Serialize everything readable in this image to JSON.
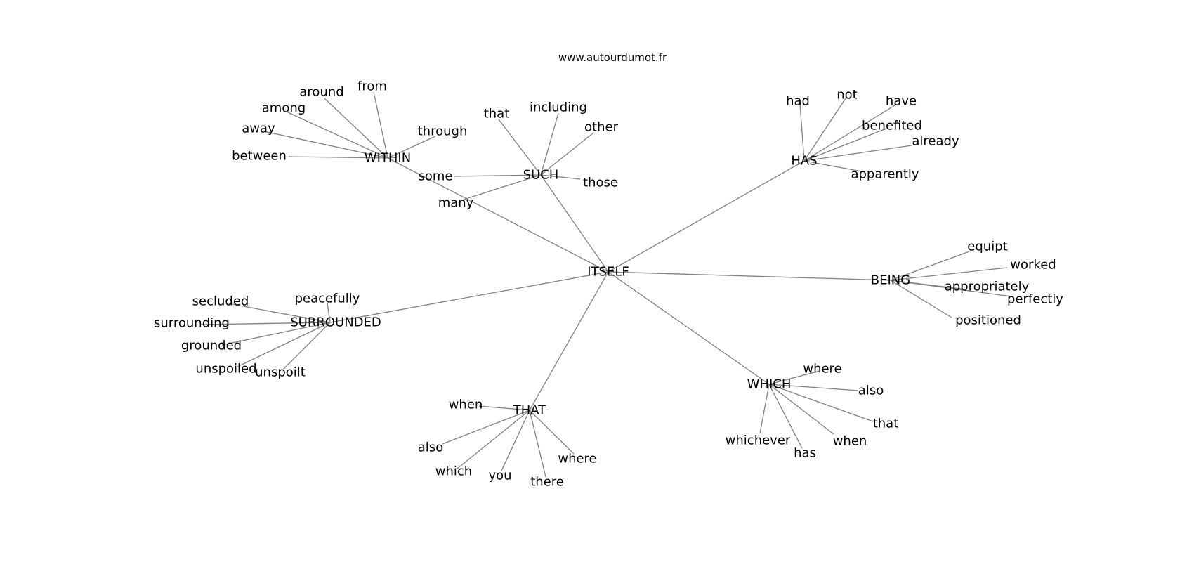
{
  "site_label": "www.autourdumot.fr",
  "colors": {
    "edge": "#808080",
    "text": "#000000",
    "background": "#ffffff"
  },
  "graph": {
    "root": "ITSELF",
    "hubs": [
      {
        "word": "WITHIN",
        "leaves": [
          "around",
          "from",
          "among",
          "away",
          "between",
          "through"
        ]
      },
      {
        "word": "SUCH",
        "leaves": [
          "that",
          "including",
          "other",
          "some",
          "many",
          "those"
        ]
      },
      {
        "word": "HAS",
        "leaves": [
          "had",
          "not",
          "have",
          "benefited",
          "already",
          "apparently"
        ]
      },
      {
        "word": "BEING",
        "leaves": [
          "equipt",
          "worked",
          "appropriately",
          "perfectly",
          "positioned"
        ]
      },
      {
        "word": "SURROUNDED",
        "leaves": [
          "peacefully",
          "secluded",
          "surrounding",
          "grounded",
          "unspoiled",
          "unspoilt"
        ]
      },
      {
        "word": "WHICH",
        "leaves": [
          "where",
          "also",
          "that",
          "when",
          "has",
          "whichever"
        ]
      },
      {
        "word": "THAT",
        "leaves": [
          "when",
          "also",
          "which",
          "you",
          "there",
          "where"
        ]
      }
    ]
  }
}
